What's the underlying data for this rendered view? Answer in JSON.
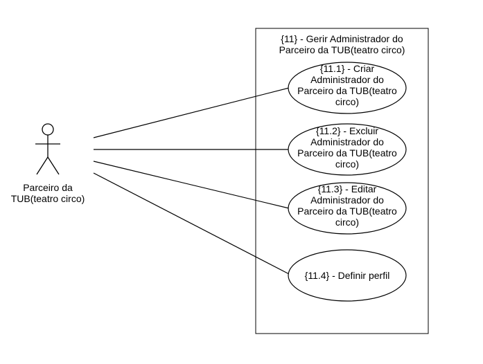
{
  "diagram": {
    "type": "use-case",
    "actor": {
      "label": "Parceiro da\nTUB(teatro circo)"
    },
    "system_boundary": {
      "title": "{11} - Gerir Administrador do\nParceiro da TUB(teatro circo)"
    },
    "use_cases": [
      {
        "label": "{11.1} - Criar\nAdministrador do\nParceiro da TUB(teatro\ncirco)"
      },
      {
        "label": "{11.2} - Excluir\nAdministrador do\nParceiro da TUB(teatro\ncirco)"
      },
      {
        "label": "{11.3} - Editar\nAdministrador do\nParceiro da TUB(teatro\ncirco)"
      },
      {
        "label": "{11.4} - Definir perfil"
      }
    ],
    "colors": {
      "stroke": "#000000",
      "fill": "#ffffff",
      "text": "#000000"
    }
  }
}
